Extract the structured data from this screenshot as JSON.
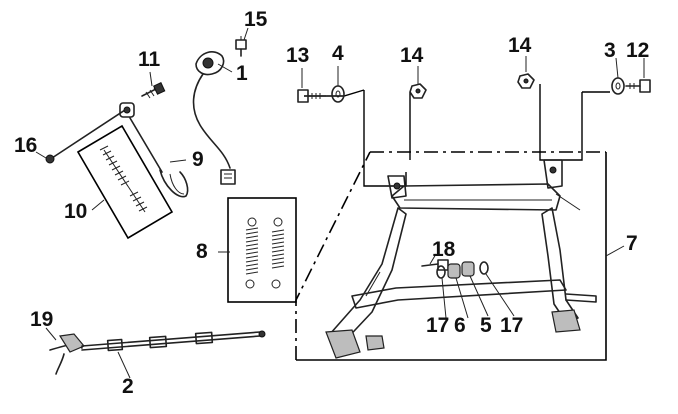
{
  "diagram": {
    "callouts": {
      "c1": "1",
      "c2": "2",
      "c3": "3",
      "c4": "4",
      "c5": "5",
      "c6": "6",
      "c7": "7",
      "c8": "8",
      "c9": "9",
      "c10": "10",
      "c11": "11",
      "c12": "12",
      "c13": "13",
      "c14a": "14",
      "c14b": "14",
      "c15": "15",
      "c16": "16",
      "c17a": "17",
      "c17b": "17",
      "c18": "18",
      "c19": "19"
    }
  }
}
